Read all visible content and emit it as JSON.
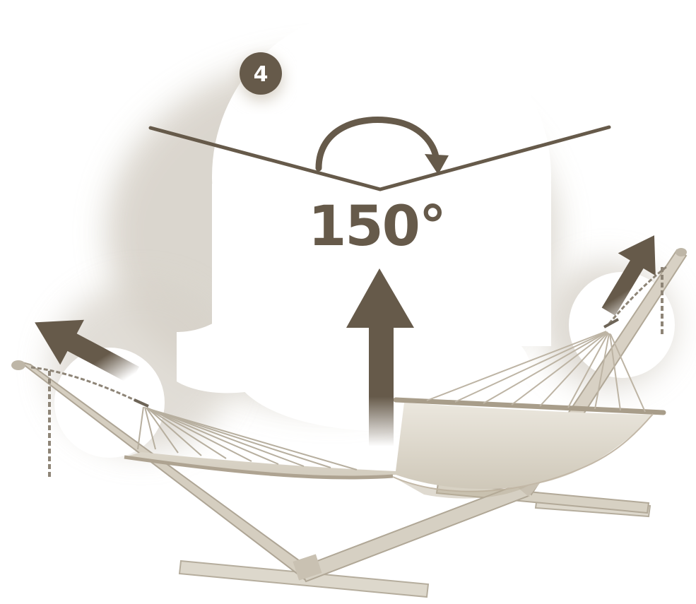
{
  "step": {
    "number": "4"
  },
  "angle": {
    "label": "150°",
    "degrees": 150
  },
  "colors": {
    "ink": "#665a4a",
    "stand": "#d8d2c5",
    "stand_dark": "#b9b09f",
    "fabric": "#e2ddd2",
    "fabric_shadow": "#b8ad99",
    "chain": "#8e8577",
    "halo": "#ffffff",
    "shadow": "#d9d5cd"
  },
  "icons": {
    "lift_arrow": "arrow-up-icon",
    "left_pull": "arrow-left-diagonal-icon",
    "right_pull": "arrow-right-diagonal-icon",
    "rotate": "rotate-clockwise-icon"
  }
}
